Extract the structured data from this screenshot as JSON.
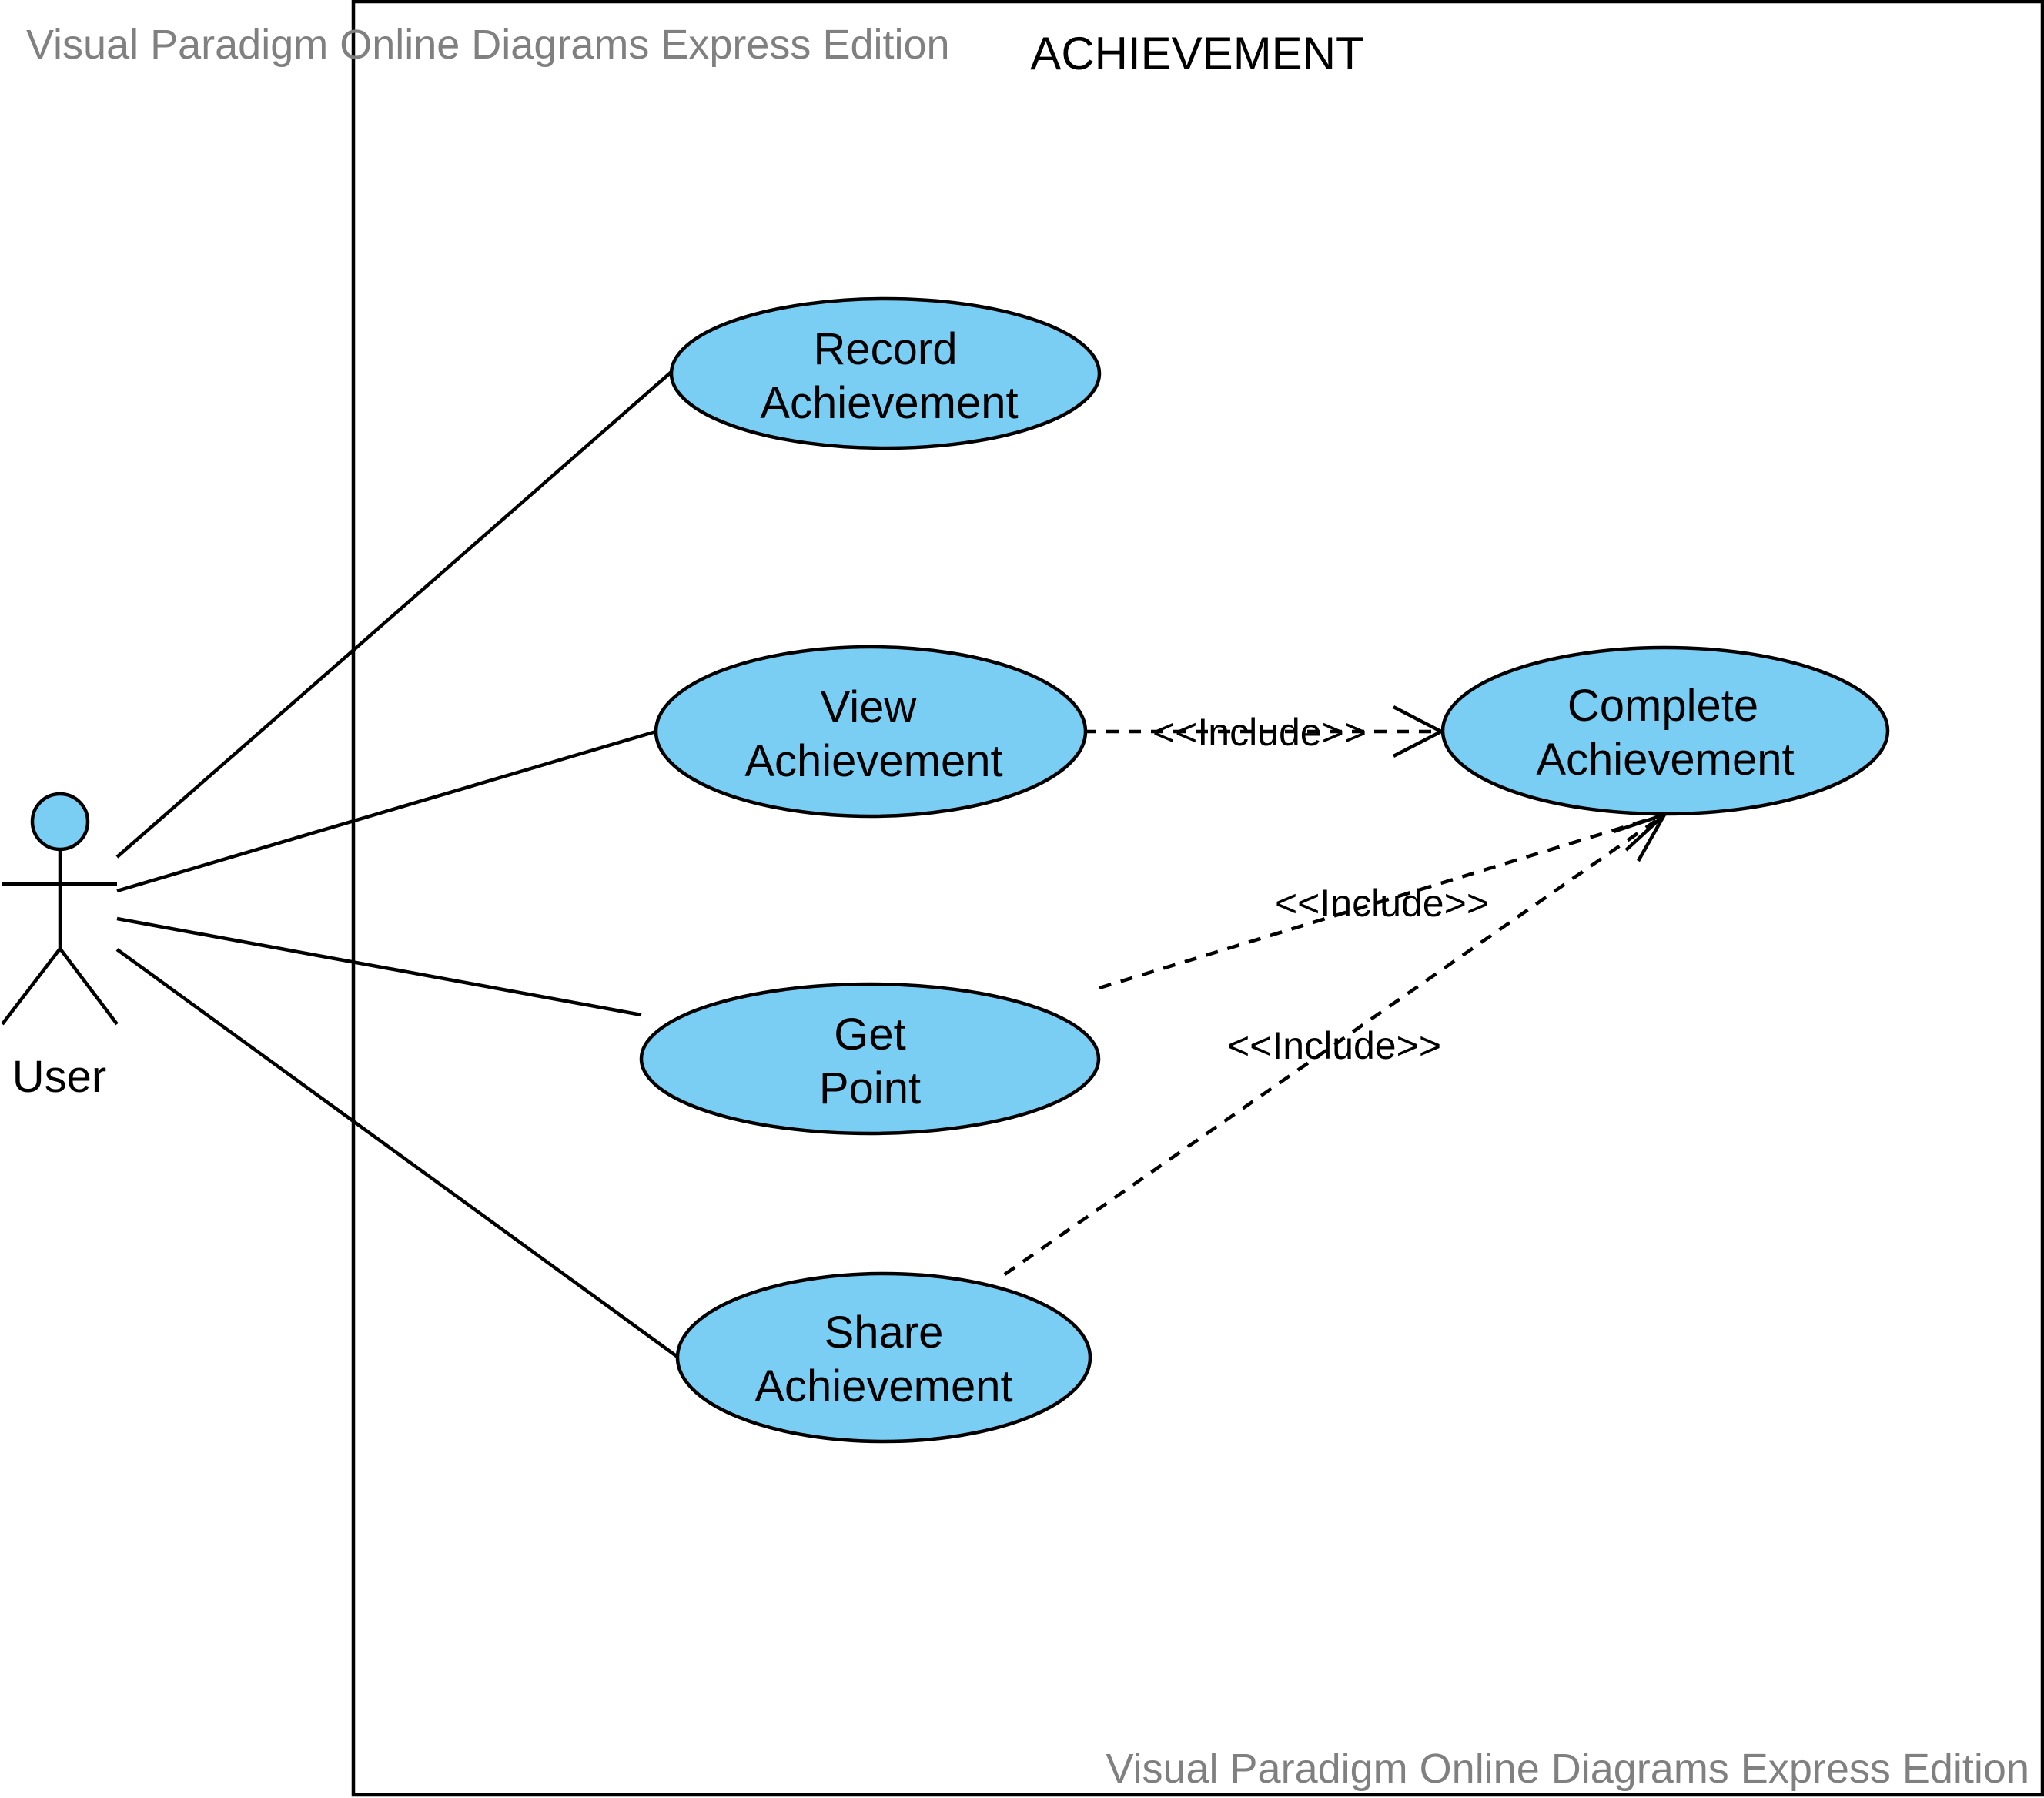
{
  "colors": {
    "usecase_fill": "#7BCEF3",
    "line": "#000000",
    "watermark": "#808080",
    "background": "#FFFFFF"
  },
  "watermark": {
    "top": "Visual Paradigm Online Diagrams Express Edition",
    "bottom": "Visual Paradigm Online Diagrams Express Edition"
  },
  "system": {
    "title": "ACHIEVEMENT"
  },
  "actor": {
    "label": "User"
  },
  "use_cases": {
    "record": [
      "Record",
      "Achievement"
    ],
    "view": [
      "View",
      "Achievement"
    ],
    "get_point": [
      "Get",
      "Point"
    ],
    "share": [
      "Share",
      "Achievement"
    ],
    "complete": [
      "Complete",
      "Achievement"
    ]
  },
  "relationships": {
    "view_complete": "<<Include>>",
    "get_point_complete": "<<Include>>",
    "share_complete": "<<Include>>"
  }
}
